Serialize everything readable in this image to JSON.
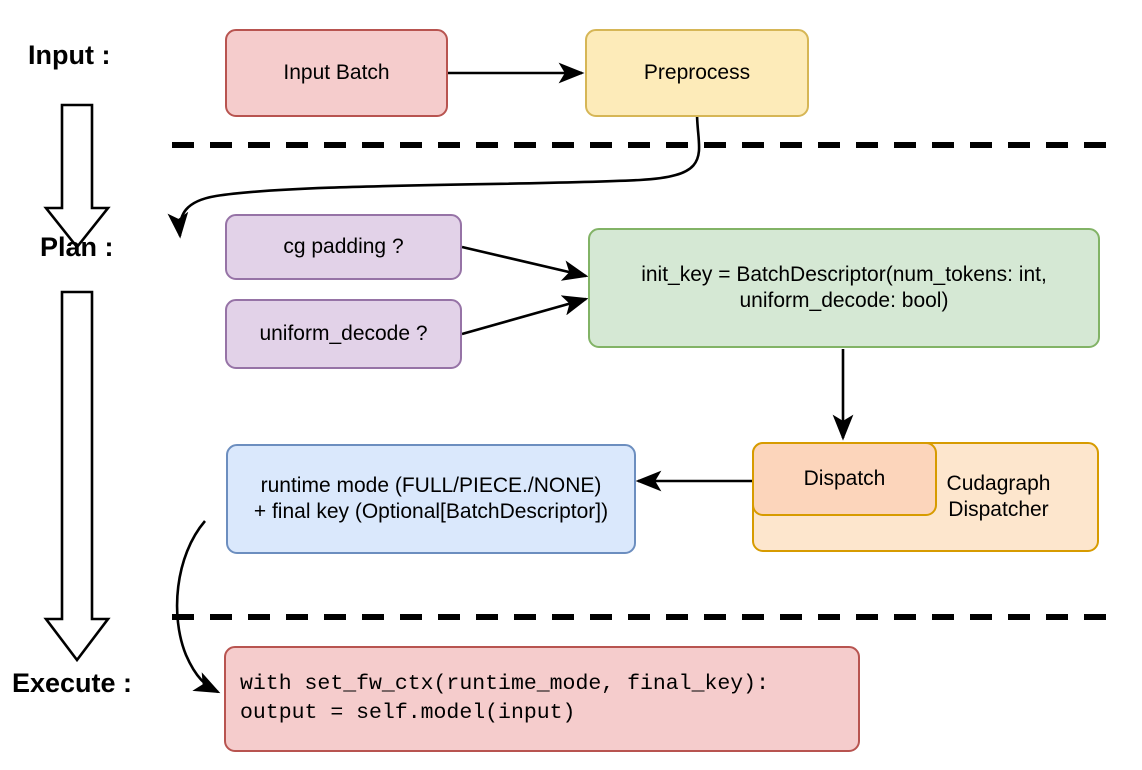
{
  "diagram": {
    "title_stages": [
      {
        "id": "input",
        "label": "Input :"
      },
      {
        "id": "plan",
        "label": "Plan :"
      },
      {
        "id": "execute",
        "label": "Execute :"
      }
    ],
    "nodes": {
      "input_batch": {
        "label": "Input Batch",
        "fill": "#f5cccc",
        "stroke": "#b85450"
      },
      "preprocess": {
        "label": "Preprocess",
        "fill": "#fdebb9",
        "stroke": "#d6b656"
      },
      "cg_padding": {
        "label": "cg padding ?",
        "fill": "#e2d2e8",
        "stroke": "#9673a6"
      },
      "uniform_decode": {
        "label": "uniform_decode ?",
        "fill": "#e2d2e8",
        "stroke": "#9673a6"
      },
      "init_key": {
        "label": "init_key = BatchDescriptor(num_tokens: int,\nuniform_decode: bool)",
        "fill": "#d5e8d4",
        "stroke": "#82b366"
      },
      "dispatcher_outer": {
        "label": "Cudagraph\nDispatcher",
        "fill": "#fde6cd",
        "stroke": "#d79b00"
      },
      "dispatch_inner": {
        "label": "Dispatch",
        "fill": "#fcd5bb",
        "stroke": "#d79b00"
      },
      "runtime_mode": {
        "label": "runtime mode (FULL/PIECE./NONE)\n+ final key (Optional[BatchDescriptor])",
        "fill": "#dae8fc",
        "stroke": "#6c8ebf"
      },
      "execute_code": {
        "label": "with set_fw_ctx(runtime_mode, final_key):\n    output = self.model(input)",
        "fill": "#f5cccc",
        "stroke": "#b85450"
      }
    },
    "separators": [
      {
        "id": "input-plan-divider"
      },
      {
        "id": "plan-execute-divider"
      }
    ],
    "flow_arrows": [
      {
        "id": "input-batch-to-preprocess"
      },
      {
        "id": "preprocess-to-cg-padding"
      },
      {
        "id": "cg-padding-to-init-key"
      },
      {
        "id": "uniform-decode-to-init-key"
      },
      {
        "id": "init-key-to-dispatch"
      },
      {
        "id": "dispatch-to-runtime-mode"
      },
      {
        "id": "runtime-mode-to-execute-code"
      }
    ],
    "stage_arrows": [
      {
        "id": "input-to-plan-big-arrow"
      },
      {
        "id": "plan-to-execute-big-arrow"
      }
    ],
    "colors": {
      "line": "#000000",
      "background": "#ffffff"
    }
  }
}
